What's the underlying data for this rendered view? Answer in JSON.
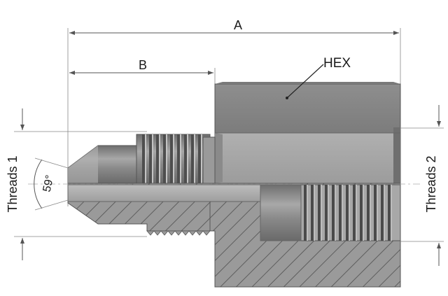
{
  "labels": {
    "dim_a": "A",
    "dim_b": "B",
    "hex": "HEX",
    "threads_1": "Threads 1",
    "threads_2": "Threads 2",
    "angle": "59°"
  },
  "colors": {
    "hex_body": "#8c8c8c",
    "hex_top": "#7a7a7a",
    "section_fill": "#9a9a9a",
    "hatch": "#6a6a6a",
    "thread_dark": "#4a4a4a",
    "bore": "#c8c8c8",
    "dimension_line": "#555555"
  }
}
